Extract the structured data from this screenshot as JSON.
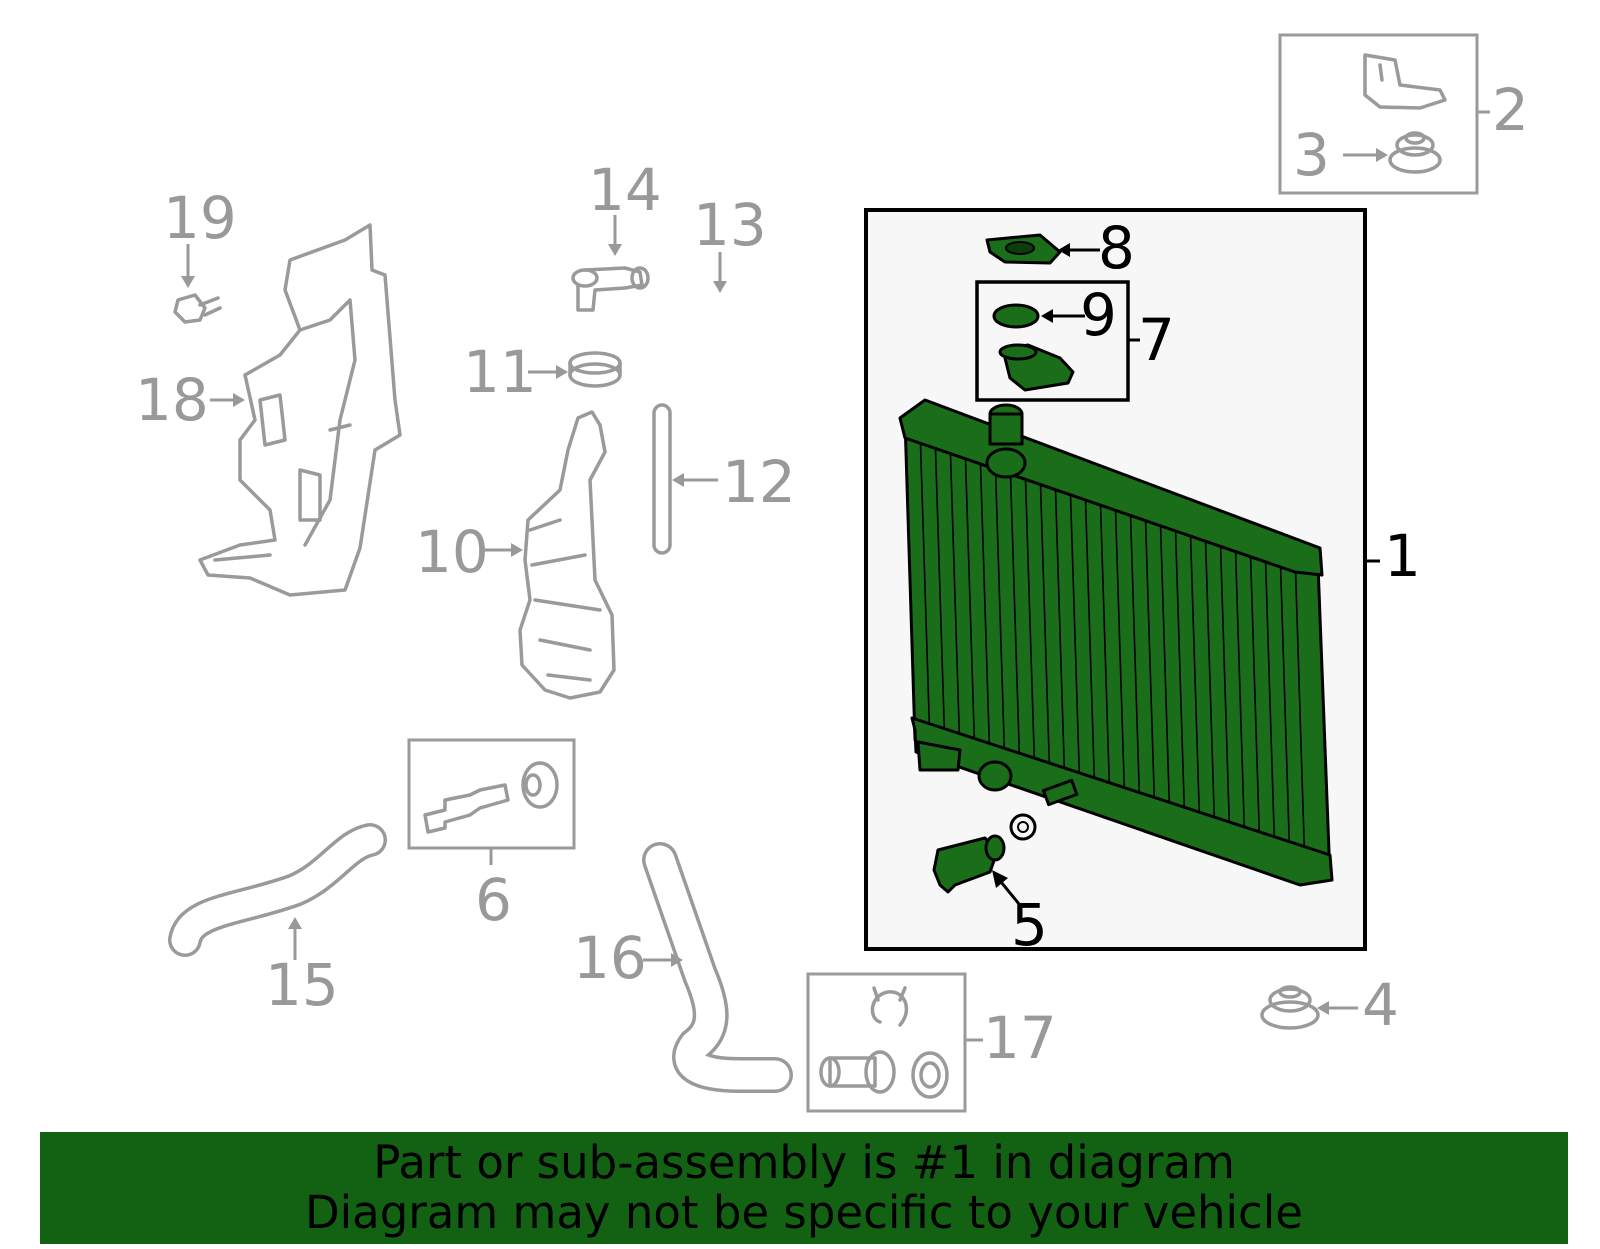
{
  "callouts": {
    "c1": "1",
    "c2": "2",
    "c3": "3",
    "c4": "4",
    "c5": "5",
    "c6": "6",
    "c7": "7",
    "c8": "8",
    "c9": "9",
    "c10": "10",
    "c11": "11",
    "c12": "12",
    "c13": "13",
    "c14": "14",
    "c15": "15",
    "c16": "16",
    "c17": "17",
    "c18": "18",
    "c19": "19"
  },
  "highlighted_part": "1",
  "colors": {
    "highlight_fill": "#1a6e1a",
    "banner_bg": "#136113",
    "inactive_gray": "#999999",
    "panel_bg": "#f7f7f7"
  },
  "banner": {
    "line1": "Part or sub-assembly is #1 in diagram",
    "line2": "Diagram may not be specific to your vehicle"
  }
}
